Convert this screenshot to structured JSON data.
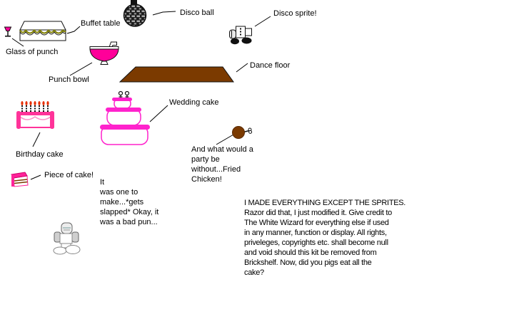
{
  "labels": {
    "glass_of_punch": "Glass of punch",
    "buffet_table": "Buffet table",
    "disco_ball": "Disco ball",
    "disco_sprite": "Disco sprite!",
    "punch_bowl": "Punch bowl",
    "dance_floor": "Dance floor",
    "wedding_cake": "Wedding cake",
    "birthday_cake": "Birthday cake",
    "piece_of_cake": "Piece of cake!"
  },
  "notes": {
    "fried_chicken": "And what would a\nparty be\nwithout...Fried\nChicken!",
    "bad_pun": "It\nwas one to\nmake...*gets\nslapped* Okay, it\nwas a bad pun...",
    "credits": "I MADE EVERYTHING EXCEPT THE SPRITES.\nRazor did that, I just modified it. Give credit to\nThe White Wizard for everything else if used\nin any manner, function or display. All rights,\npriveleges, copyrights etc. shall become null\nand void should this kit be removed from\nBrickshelf. Now, did you pigs eat all the\ncake?"
  },
  "sprites": {
    "glass_of_punch": "punch-glass-sprite",
    "buffet_table": "buffet-table-sprite",
    "disco_ball": "disco-ball-sprite",
    "disco_sprite": "disco-dancer-sprite",
    "punch_bowl": "punch-bowl-sprite",
    "dance_floor": "dance-floor-sprite",
    "wedding_cake": "wedding-cake-sprite",
    "birthday_cake": "birthday-cake-sprite",
    "piece_of_cake": "cake-slice-sprite",
    "fried_chicken": "fried-chicken-sprite",
    "mascot": "robot-minifig-sprite"
  },
  "colors": {
    "background": "#FFFFFF",
    "text": "#000000",
    "punch_pink": "#FF0099",
    "cake_magenta": "#FF22CC",
    "birthday_pink": "#FF3399",
    "floor_brown": "#7B3A00",
    "cloth_olive": "#808000",
    "flame_red": "#E62E00",
    "sprite_gray": "#D9D9D9"
  }
}
